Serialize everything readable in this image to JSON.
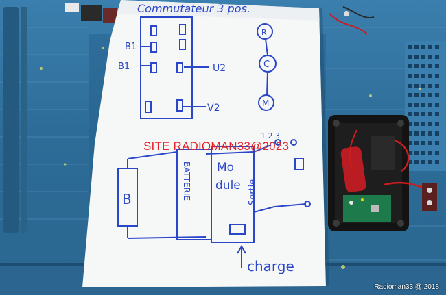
{
  "photo": {
    "sketch_title": "Commutateur 3 pos.",
    "switch_labels": {
      "b1_top": "B1",
      "b1_bottom": "B1",
      "u2_top": "U2",
      "v2_bottom": "V2"
    },
    "switch_circles": {
      "top": "R",
      "middle": "C",
      "bottom": "M"
    },
    "lower_sketch": {
      "battery_box": "B",
      "batterie_label": "BATTERIE",
      "module_label_1": "Mo",
      "module_label_2": "dule",
      "sortie_label": "Sortie",
      "switch_positions": "1 2 3",
      "charge_label": "charge"
    },
    "watermark": "SITE RADIOMAN33@2023",
    "copyright": "Radioman33 @ 2018"
  },
  "colors": {
    "ink": "#2b46c8",
    "watermark": "#e3262b",
    "mat": "#2f6f9a",
    "wire": "#c81e1e"
  }
}
